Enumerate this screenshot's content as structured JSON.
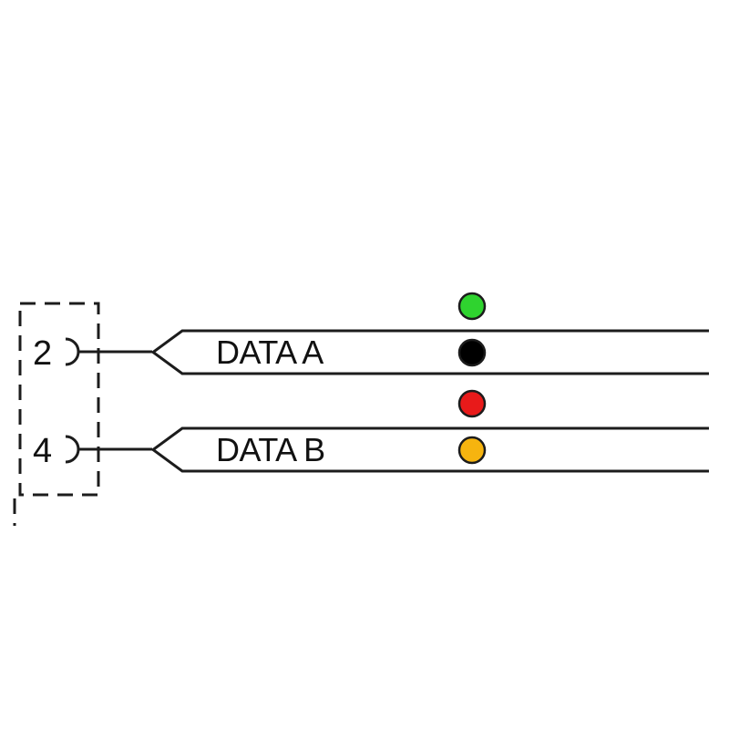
{
  "diagram": {
    "title": "",
    "pins": [
      {
        "number": "2",
        "signal": "DATA A"
      },
      {
        "number": "4",
        "signal": "DATA B"
      }
    ],
    "wire_colors": [
      {
        "name": "green",
        "hex": "#2fd32f"
      },
      {
        "name": "black",
        "hex": "#000000"
      },
      {
        "name": "red",
        "hex": "#e81a1a"
      },
      {
        "name": "yellow",
        "hex": "#f6b40f"
      }
    ]
  }
}
